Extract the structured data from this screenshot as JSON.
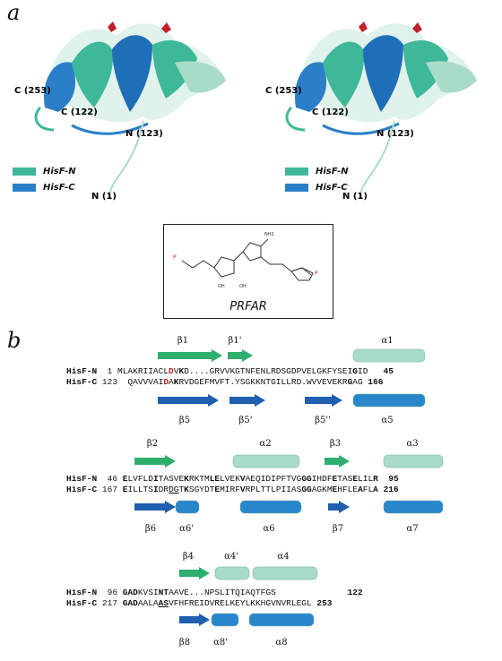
{
  "panel_a": {
    "letter": "a",
    "structure_left": {
      "labels": {
        "c253": "C (253)",
        "c122": "C (122)",
        "n123": "N (123)",
        "n1": "N (1)"
      }
    },
    "structure_right": {
      "labels": {
        "c253": "C (253)",
        "c122": "C (122)",
        "n123": "N (123)",
        "n1": "N (1)"
      }
    },
    "legend": [
      {
        "label": "HisF-N",
        "color": "#3fb89a"
      },
      {
        "label": "HisF-C",
        "color": "#2a7fc8"
      }
    ],
    "ligand": {
      "name": "PRFAR"
    }
  },
  "panel_b": {
    "letter": "b",
    "colors": {
      "hisf_n": "#2fae6e",
      "hisf_c": "#1f5fb0",
      "helix_n": "#a8dcc8",
      "helix_c": "#2a86cc"
    },
    "blocks": [
      {
        "top_labels": [
          "β1",
          "β1'",
          "α1"
        ],
        "bottom_labels": [
          "β5",
          "β5'",
          "β5''",
          "α5"
        ],
        "n_name": "HisF-N",
        "n_start": "1",
        "n_end": "45",
        "c_name": "HisF-C",
        "c_start": "123",
        "c_end": "166"
      },
      {
        "top_labels": [
          "β2",
          "α2",
          "β3",
          "α3"
        ],
        "bottom_labels": [
          "β6",
          "α6'",
          "α6",
          "β7",
          "α7"
        ],
        "n_name": "HisF-N",
        "n_start": "46",
        "n_end": "95",
        "c_name": "HisF-C",
        "c_start": "167",
        "c_end": "216"
      },
      {
        "top_labels": [
          "β4",
          "α4'",
          "α4"
        ],
        "bottom_labels": [
          "β8",
          "α8'",
          "α8"
        ],
        "n_name": "HisF-N",
        "n_start": "96",
        "n_end": "122",
        "c_name": "HisF-C",
        "c_start": "217",
        "c_end": "253"
      }
    ]
  }
}
